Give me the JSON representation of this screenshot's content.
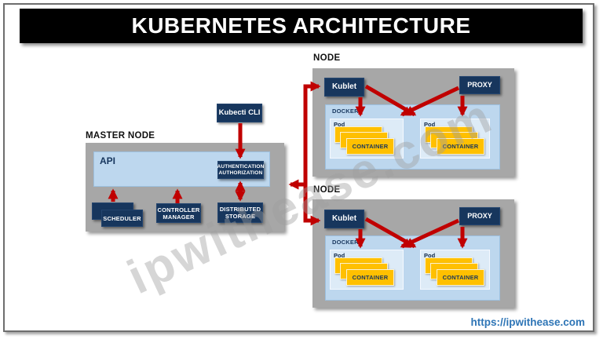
{
  "title": "KUBERNETES ARCHITECTURE",
  "watermark": {
    "text": "ipwithease.com"
  },
  "footer": {
    "url": "https://ipwithease.com"
  },
  "colors": {
    "banner_bg": "#000000",
    "box_navy": "#17365d",
    "arrow_red": "#c00000",
    "node_gray": "#a7a7a7",
    "docker_blue": "#bdd7ee",
    "pod_blue": "#ddebf7",
    "container_yellow": "#ffc000",
    "url_blue": "#2e75b6"
  },
  "master": {
    "label": "MASTER NODE",
    "cli": "Kubecti CLI",
    "api": "API",
    "auth1": "AUTHENTICATION",
    "auth2": "AUTHORIZATION",
    "scheduler": "SCHEDULER",
    "controller1": "CONTROLLER",
    "controller2": "MANAGER",
    "storage1": "DISTRIBUTED",
    "storage2": "STORAGE"
  },
  "nodes": [
    {
      "label": "NODE",
      "kubelet": "Kublet",
      "proxy": "PROXY",
      "docker": "DOCKER",
      "pods": [
        {
          "label": "Pod",
          "container": "CONTAINER"
        },
        {
          "label": "Pod",
          "container": "CONTAINER"
        }
      ]
    },
    {
      "label": "NODE",
      "kubelet": "Kublet",
      "proxy": "PROXY",
      "docker": "DOCKER",
      "pods": [
        {
          "label": "Pod",
          "container": "CONTAINER"
        },
        {
          "label": "Pod",
          "container": "CONTAINER"
        }
      ]
    }
  ]
}
